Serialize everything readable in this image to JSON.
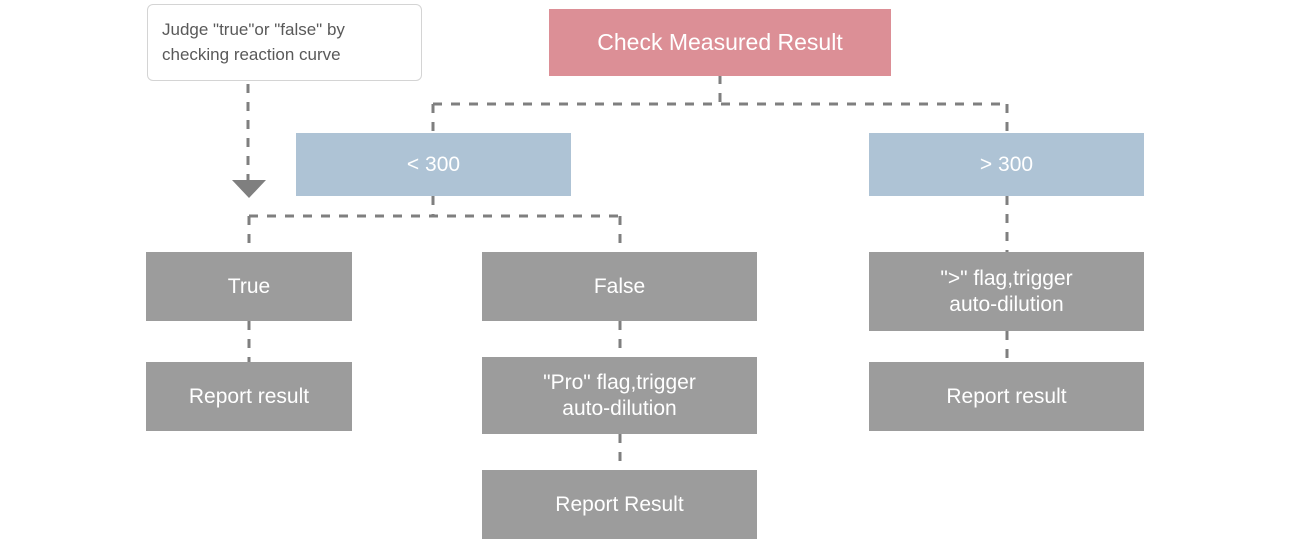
{
  "diagram": {
    "title": "Check Measured Result",
    "colors": {
      "root": "#dc8f96",
      "decision": "#aec3d5",
      "step": "#9c9c9c",
      "connector": "#7f7f7f",
      "note_text": "#595959",
      "note_border": "#d4d4d4",
      "background": "#ffffff"
    },
    "note": {
      "line1": "Judge \"true\"or \"false\" by",
      "line2": "checking reaction curve"
    },
    "nodes": {
      "root": {
        "label": "Check Measured Result"
      },
      "branch_low": {
        "label": "< 300"
      },
      "branch_high": {
        "label": "> 300"
      },
      "true_result": {
        "label": "True"
      },
      "true_report": {
        "label": "Report result"
      },
      "false_result": {
        "label": "False"
      },
      "false_flag_line1": "\"Pro\" flag,trigger",
      "false_flag_line2": "auto-dilution",
      "false_report": {
        "label": "Report Result"
      },
      "high_flag_line1": "\">\" flag,trigger",
      "high_flag_line2": "auto-dilution",
      "high_report": {
        "label": "Report result"
      }
    }
  }
}
